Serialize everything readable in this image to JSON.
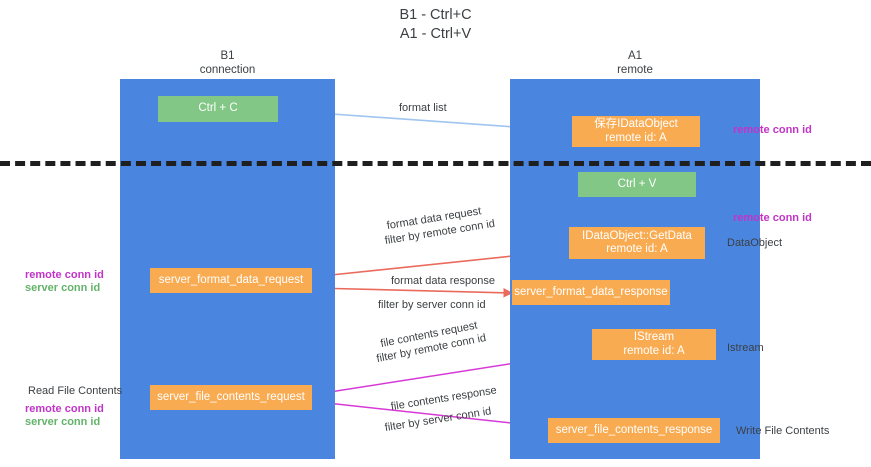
{
  "title": "B1 - Ctrl+C\nA1 - Ctrl+V",
  "lanes": [
    {
      "name": "b1",
      "header": "B1\nconnection"
    },
    {
      "name": "a1",
      "header": "A1\nremote"
    }
  ],
  "nodes": {
    "ctrl_c": "Ctrl + C",
    "save_idataobject": "保存IDataObject\nremote id: A",
    "ctrl_v": "Ctrl + V",
    "getdata": "IDataObject::GetData\nremote id: A",
    "server_format_data_request": "server_format_data_request",
    "server_format_data_response": "server_format_data_response",
    "istream": "IStream\nremote id: A",
    "server_file_contents_request": "server_file_contents_request",
    "server_file_contents_response": "server_file_contents_response"
  },
  "edge_labels": {
    "format_list": "format list",
    "format_data_request": "format data request",
    "format_data_request_filter_prefix": "filter by ",
    "format_data_request_filter_key": "remote conn id",
    "format_data_response": "format data response",
    "format_data_response_filter_prefix": "filter by ",
    "format_data_response_filter_key": "server conn id",
    "file_contents_request": "file contents request",
    "file_contents_request_filter_prefix": "filter by ",
    "file_contents_request_filter_key": "remote conn id",
    "file_contents_response": "file contents response",
    "file_contents_response_filter_prefix": "filter by ",
    "file_contents_response_filter_key": "server conn id"
  },
  "side_labels": {
    "remote_conn_id_top": "remote conn id",
    "remote_conn_id_mid": "remote conn id",
    "dataobject": "DataObject",
    "istream": "Istream",
    "write_file_contents": "Write File Contents",
    "left_remote_conn_id_1": "remote conn id",
    "left_server_conn_id_1": "server conn id",
    "read_file_contents": "Read File Contents",
    "left_remote_conn_id_2": "remote conn id",
    "left_server_conn_id_2": "server conn id"
  },
  "colors": {
    "lane": "#4a86e0",
    "green_node": "#82c785",
    "orange_node": "#f9ab52",
    "magenta": "#c234c8",
    "green_text": "#63b36a",
    "arrow_blue": "#9fc5f0",
    "arrow_red": "#ea6b5c",
    "arrow_magenta": "#d63ad6",
    "arrow_black": "#1f1f1f",
    "divider": "#1f1f1f",
    "background": "#ffffff"
  }
}
